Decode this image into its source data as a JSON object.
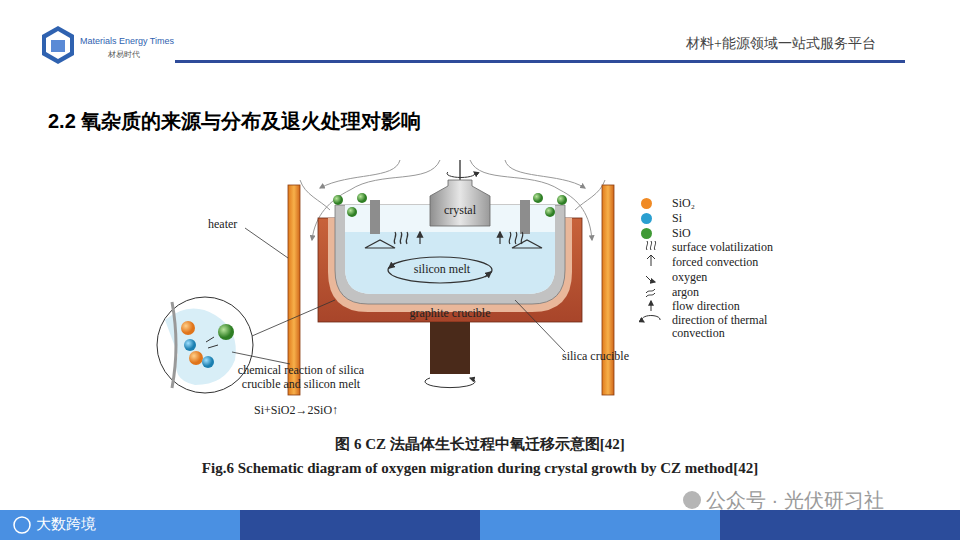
{
  "diagram": {
    "title": "2.2 氧杂质的来源与分布及退火处理对影响",
    "caption": "图 6 CZ 法晶体生长过程中氧迁移示意图[42]",
    "nodes": [
      {
        "text": [
          "graphite crucible"
        ]
      },
      {
        "text": [
          "silicon melt"
        ],
        "in": 0
      },
      {
        "text": [
          "crystal"
        ]
      }
    ],
    "labels": [
      "Materials Energy Times",
      "材易时代",
      "材料+能源领域一站式服务平台",
      "heater",
      "chemical reaction of silica crucible and silicon melt",
      "Si+SiO2→2SiO↑",
      "silica crucible",
      "Fig.6 Schematic diagram of oxygen migration during crystal growth by CZ method[42]",
      "公众号 · 光伏研习社",
      "大数跨境"
    ],
    "legend": [
      {
        "text": "SiO₂",
        "color": "#f08a24"
      },
      {
        "text": "Si",
        "color": "#2a9fd0"
      },
      {
        "text": "SiO",
        "color": "#3f9a35"
      },
      {
        "text": "surface volatilization"
      },
      {
        "text": "forced convection"
      },
      {
        "text": "oxygen"
      },
      {
        "text": "argon"
      },
      {
        "text": "flow direction"
      },
      {
        "text": "direction of thermal convection"
      }
    ]
  }
}
